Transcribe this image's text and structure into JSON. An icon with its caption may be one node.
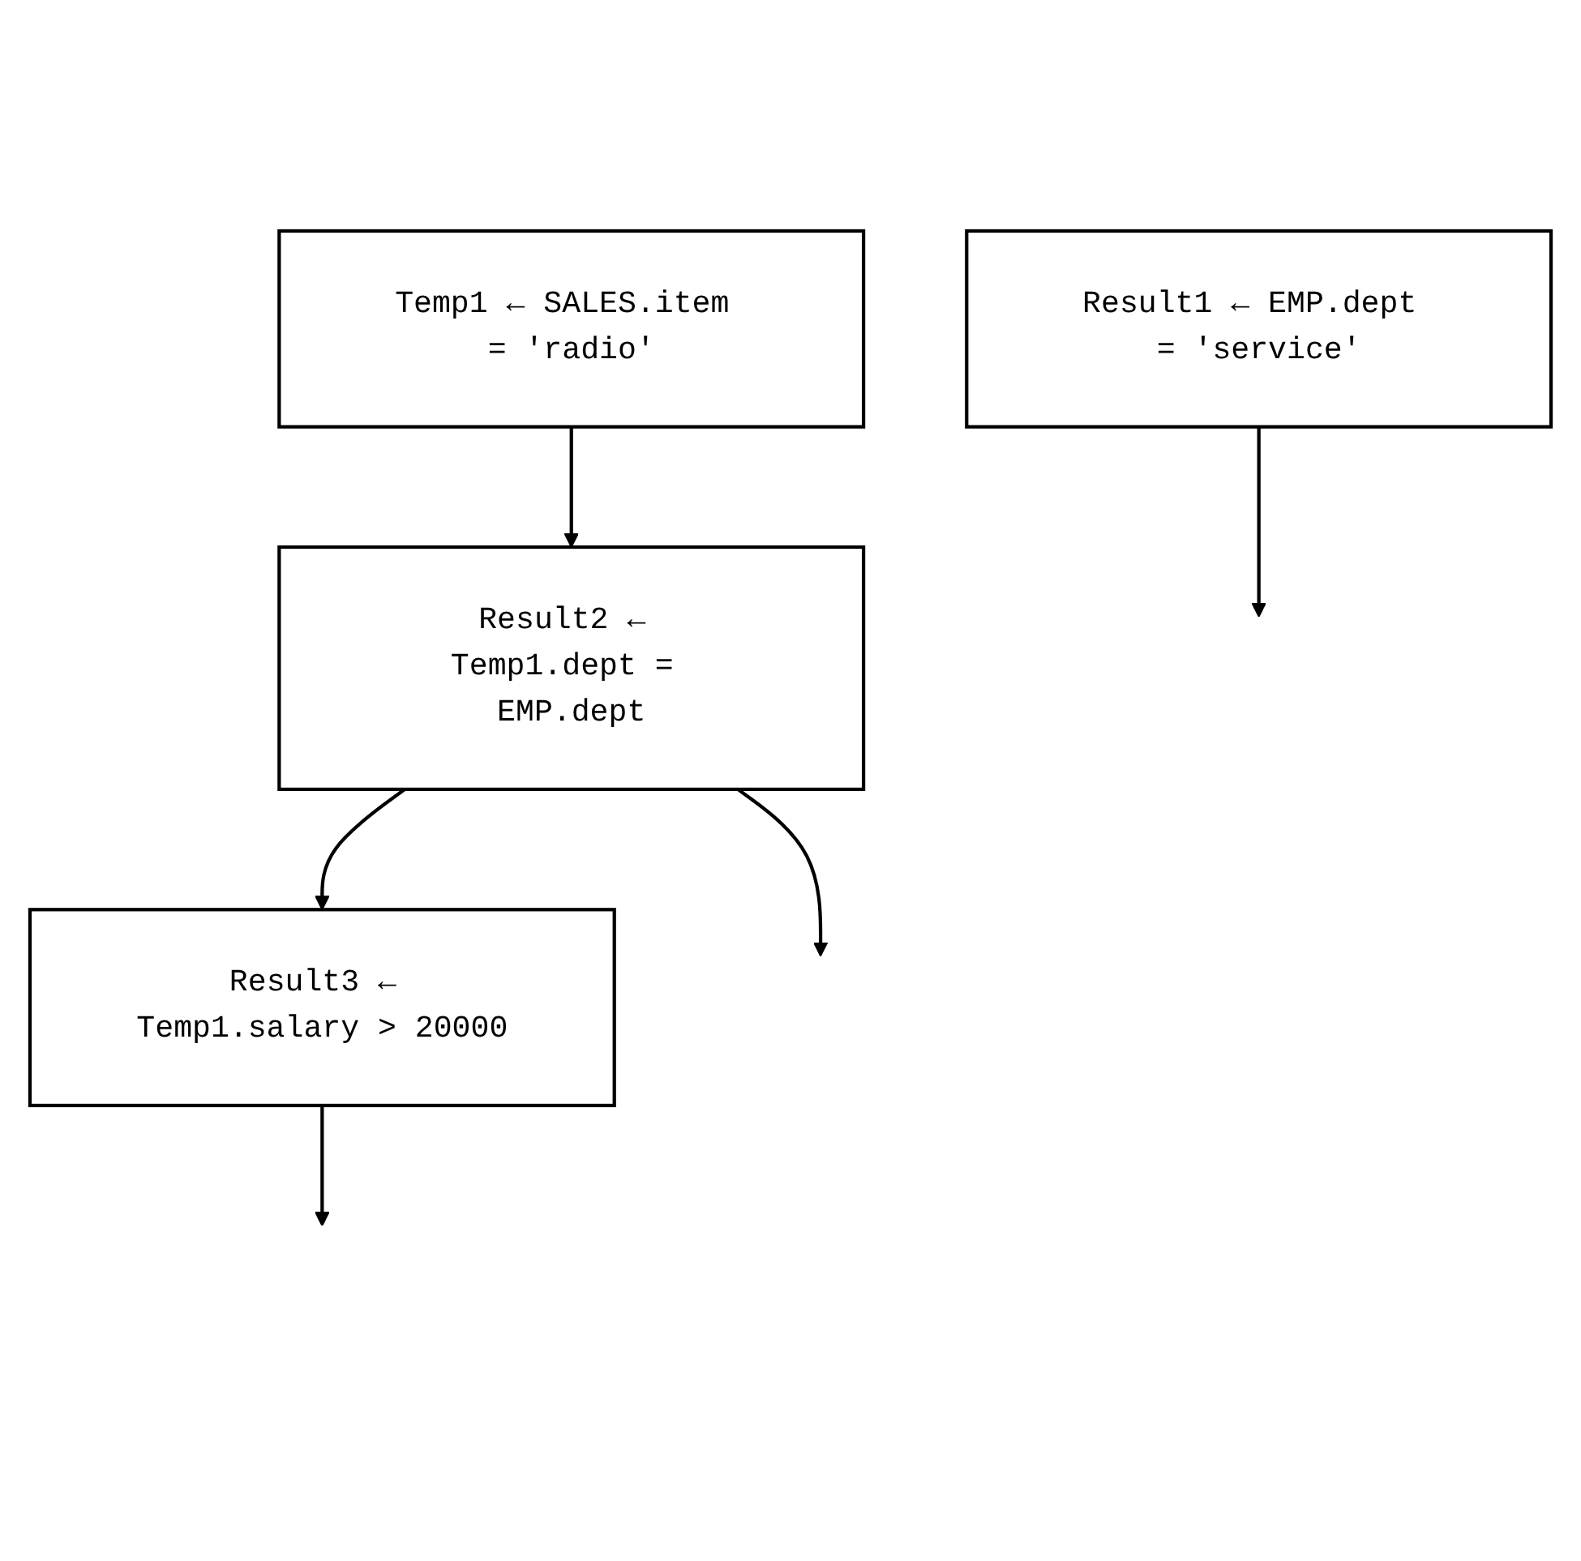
{
  "diagram": {
    "nodes": [
      {
        "text": [
          "Temp1 ← SALES.item = ′radio′"
        ]
      },
      {
        "text": [
          "Result1 ← EMP.dept = ′service′"
        ]
      },
      {
        "text": [
          "Result2 ← Temp1.dept = EMP.dept"
        ]
      },
      {
        "text": [
          "Result3 ← Temp1.salary > 20000"
        ]
      }
    ],
    "edges": [
      {
        "from": 0,
        "to": 2,
        "arrow": "to"
      },
      {
        "from": 2,
        "to": 3,
        "arrow": "to"
      },
      {
        "from": 2,
        "to": null,
        "arrow": "to"
      },
      {
        "from": 3,
        "to": null,
        "arrow": "to"
      },
      {
        "from": 1,
        "to": null,
        "arrow": "to"
      }
    ]
  }
}
